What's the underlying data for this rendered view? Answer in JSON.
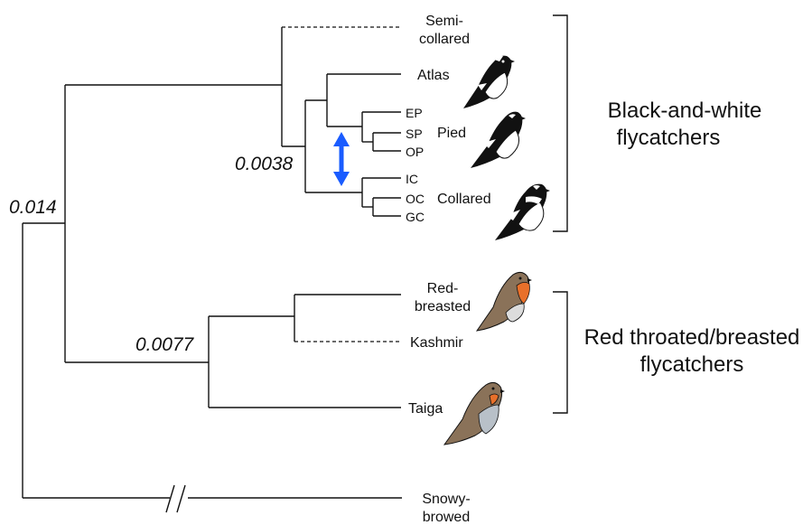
{
  "tips": {
    "semicollared": [
      "Semi-",
      "collared"
    ],
    "atlas": "Atlas",
    "ep": "EP",
    "sp": "SP",
    "op": "OP",
    "pied": "Pied",
    "ic": "IC",
    "oc": "OC",
    "gc": "GC",
    "collared": "Collared",
    "redbreasted": [
      "Red-",
      "breasted"
    ],
    "kashmir": "Kashmir",
    "taiga": "Taiga",
    "snowy": [
      "Snowy-",
      "browed"
    ]
  },
  "node_values": {
    "root": "0.014",
    "black_white": "0.0038",
    "red": "0.0077"
  },
  "groups": {
    "black_white": [
      "Black-and-white",
      "flycatchers"
    ],
    "red": [
      "Red throated/breasted",
      "flycatchers"
    ]
  },
  "colors": {
    "arrow": "#1a5cff",
    "orange_throat": "#e8702a"
  },
  "icons": [
    "pied-flycatcher-icon",
    "red-breasted-flycatcher-icon",
    "taiga-flycatcher-icon"
  ]
}
